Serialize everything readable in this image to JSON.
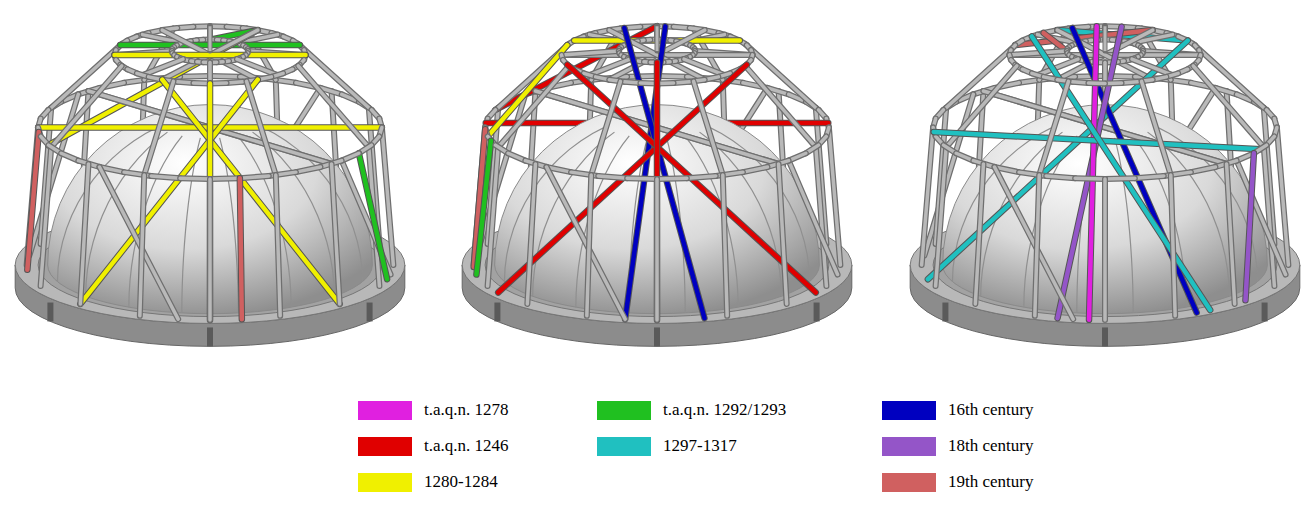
{
  "diagram": {
    "legend": [
      {
        "text": "t.a.q.n. 1278",
        "color": "#e020e0"
      },
      {
        "text": "t.a.q.n. 1246",
        "color": "#e00000"
      },
      {
        "text": "1280-1284",
        "color": "#f0f000"
      },
      {
        "text": "t.a.q.n. 1292/1293",
        "color": "#20c020"
      },
      {
        "text": "1297-1317",
        "color": "#20c0c0"
      },
      {
        "text": "16th century",
        "color": "#0000c0"
      },
      {
        "text": "18th century",
        "color": "#9455c8"
      },
      {
        "text": "19th century",
        "color": "#d06060"
      }
    ]
  }
}
